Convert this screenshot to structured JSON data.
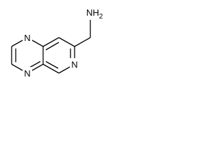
{
  "structure": {
    "substituent_label": "NH2",
    "ring_n_upper_left": "N",
    "ring_n_lower_left": "N",
    "ring_n_right": "N"
  },
  "colors": {
    "bond": "#000000",
    "background": "#ffffff"
  }
}
